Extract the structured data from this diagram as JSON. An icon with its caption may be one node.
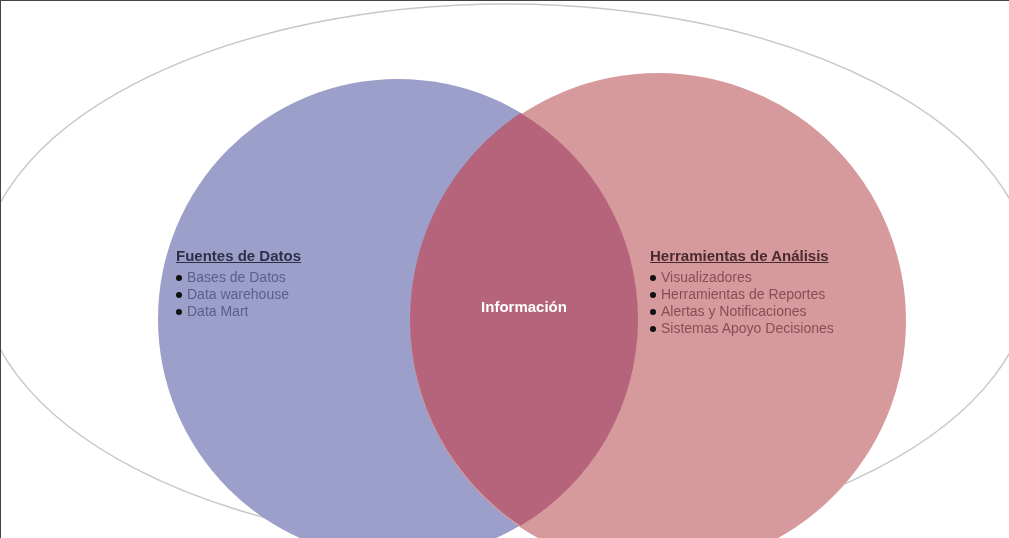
{
  "diagram": {
    "nodes": [
      {
        "text": [],
        "shape": "ellipse"
      },
      {
        "text": [
          "Fuentes de Datos",
          "Bases de Datos",
          "Data warehouse",
          "Data Mart"
        ],
        "in": 0
      },
      {
        "text": [
          "Herramientas de Análisis",
          "Visualizadores",
          "Herramientas de Reportes",
          "Alertas y Notificaciones",
          "Sistemas Apoyo Decisiones"
        ],
        "in": 0
      },
      {
        "text": [
          "Información"
        ]
      }
    ]
  }
}
